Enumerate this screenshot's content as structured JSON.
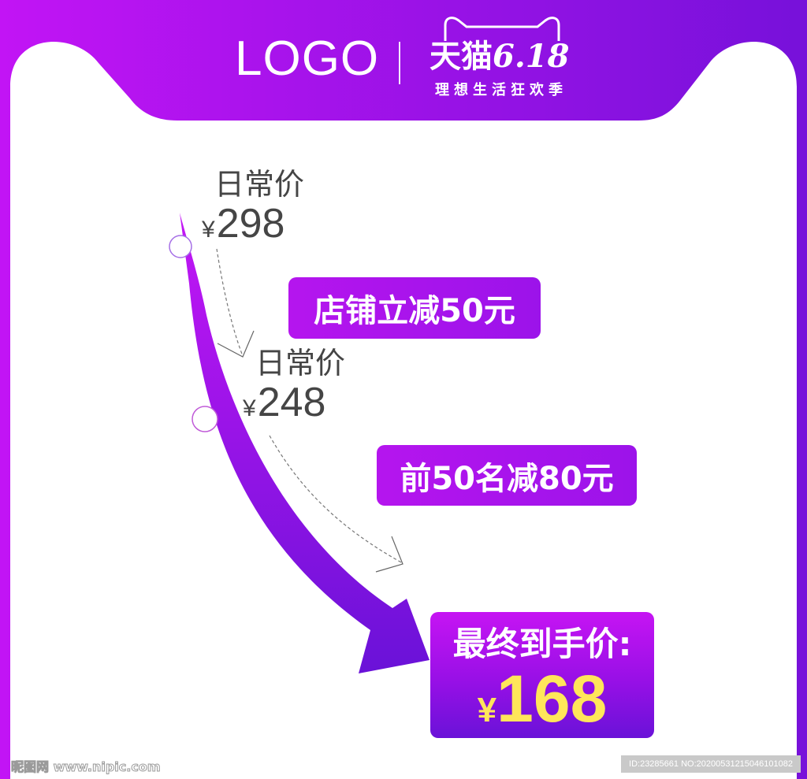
{
  "header": {
    "logo_text": "LOGO",
    "brand_name": "天猫",
    "brand_event": "6.18",
    "slogan": "理想生活狂欢季"
  },
  "steps": [
    {
      "label": "日常价",
      "currency": "¥",
      "price": "298"
    },
    {
      "label": "日常价",
      "currency": "¥",
      "price": "248"
    }
  ],
  "discounts": [
    {
      "text": "店铺立减50元"
    },
    {
      "text": "前50名减80元"
    }
  ],
  "final": {
    "label": "最终到手价:",
    "currency": "¥",
    "price": "168"
  },
  "watermark": {
    "left": "昵图网 www.nipic.com",
    "right": "ID:23285661 NO:20200531215046101082"
  },
  "colors": {
    "header_gradient_start": "#c214f5",
    "header_gradient_end": "#7711da",
    "accent_purple": "#a214ec",
    "final_price_yellow": "#ffe65a",
    "text_dark": "#454545"
  }
}
